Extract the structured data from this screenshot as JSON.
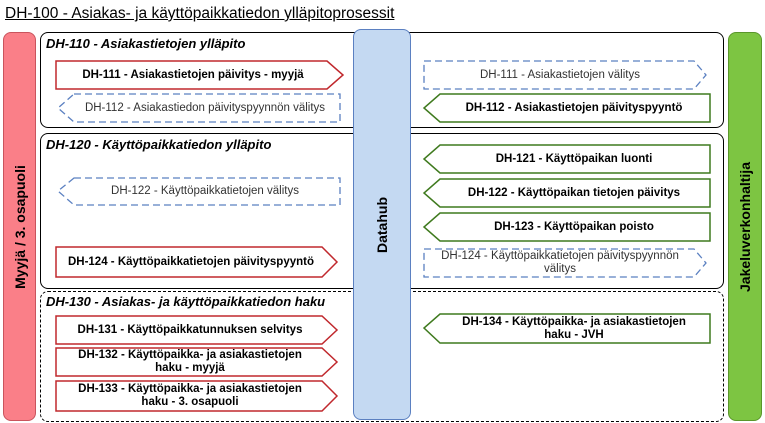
{
  "title": "DH-100 - Asiakas- ja käyttöpaikkatiedon ylläpitoprosessit",
  "lanes": {
    "left": "Myyjä / 3. osapuoli",
    "middle": "Datahub",
    "right": "Jakeluverkonhaltija"
  },
  "sections": {
    "s110": "DH-110 - Asiakastietojen ylläpito",
    "s120": "DH-120 - Käyttöpaikkatiedon ylläpito",
    "s130": "DH-130 - Asiakas- ja käyttöpaikkatiedon haku"
  },
  "processes": {
    "p111_left": "DH-111 - Asiakastietojen päivitys - myyjä",
    "p111_right": "DH-111 - Asiakastietojen välitys",
    "p112_left": "DH-112 - Asiakastiedon päivityspyynnön välitys",
    "p112_right": "DH-112 - Asiakastietojen päivityspyyntö",
    "p121": "DH-121 - Käyttöpaikan luonti",
    "p122_left": "DH-122 - Käyttöpaikkatietojen välitys",
    "p122_right": "DH-122 - Käyttöpaikan tietojen päivitys",
    "p123": "DH-123 - Käyttöpaikan poisto",
    "p124_left": "DH-124 - Käyttöpaikkatietojen päivityspyyntö",
    "p124_right": "DH-124 - Käyttöpaikkatietojen päivityspyynnön välitys",
    "p131": "DH-131 - Käyttöpaikkatunnuksen selvitys",
    "p132": "DH-132 - Käyttöpaikka- ja asiakastietojen haku - myyjä",
    "p133": "DH-133 - Käyttöpaikka- ja asiakastietojen haku - 3. osapuoli",
    "p134": "DH-134 - Käyttöpaikka- ja asiakastietojen haku - JVH"
  },
  "colors": {
    "seller": "#c0282d",
    "dso": "#3f7a1e",
    "datahub": "#5b80c1",
    "seller_lane": "#fa7f88",
    "dso_lane": "#7dc542",
    "datahub_lane": "#c4d9f2"
  }
}
